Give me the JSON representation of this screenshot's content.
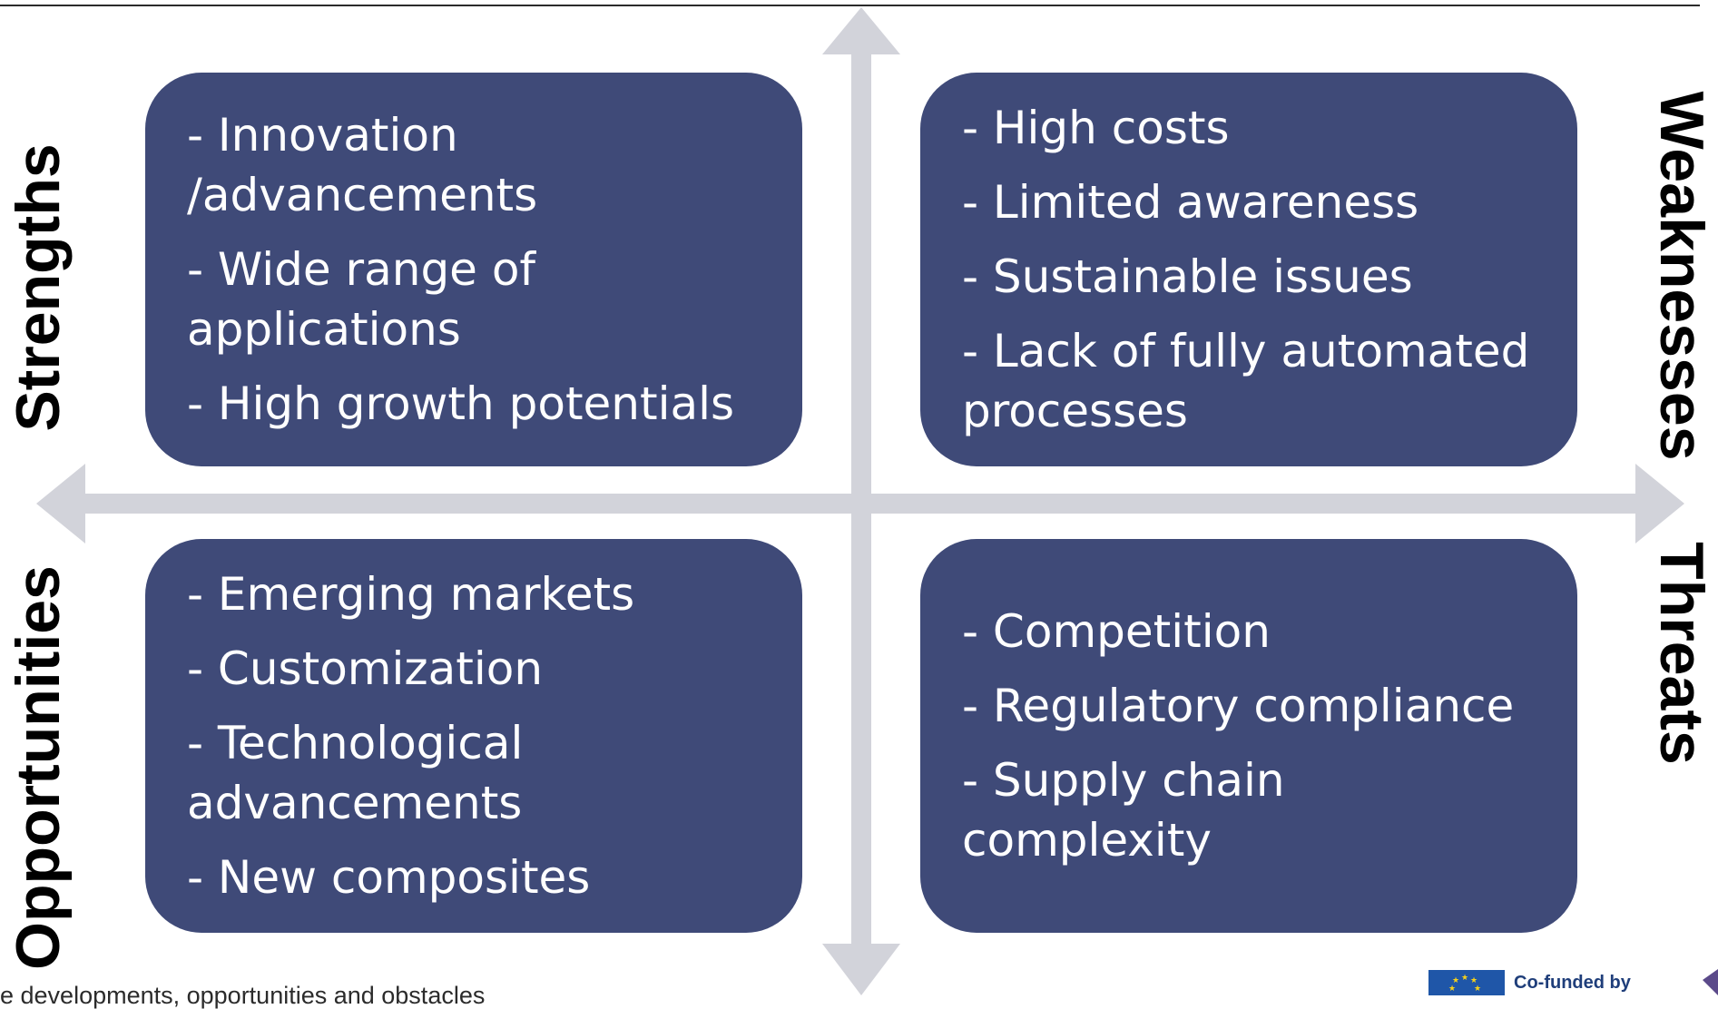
{
  "quadrants": {
    "strengths": {
      "label": "Strengths",
      "items": [
        "- Innovation /advancements",
        "- Wide range of applications",
        "- High growth potentials"
      ]
    },
    "weaknesses": {
      "label": "Weaknesses",
      "items": [
        "- High costs",
        "- Limited awareness",
        "- Sustainable issues",
        "- Lack of fully automated processes"
      ]
    },
    "opportunities": {
      "label": "Opportunities",
      "items": [
        "- Emerging markets",
        "- Customization",
        "- Technological advancements",
        "- New composites"
      ]
    },
    "threats": {
      "label": "Threats",
      "items": [
        "- Competition",
        "- Regulatory compliance",
        "- Supply chain complexity"
      ]
    }
  },
  "footer": {
    "text": "e developments, opportunities and obstacles",
    "funding": "Co-funded by",
    "flag_icon": "eu-flag-icon"
  },
  "colors": {
    "box": "#3f4a78",
    "arrow": "#d2d3da",
    "text_on_box": "#ffffff"
  }
}
